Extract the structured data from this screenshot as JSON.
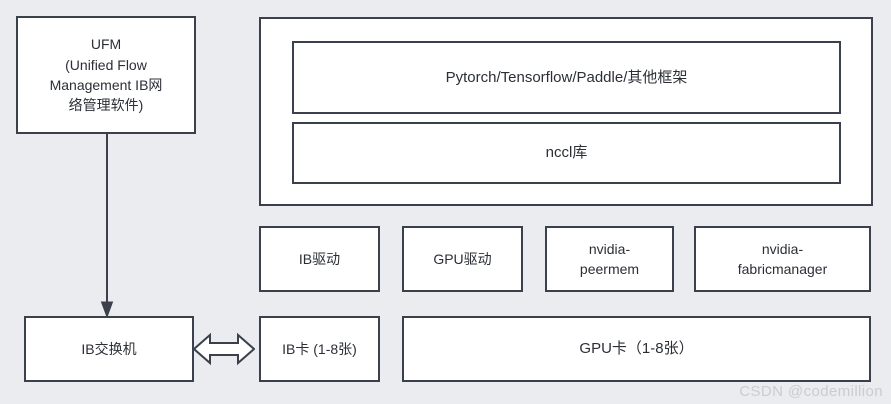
{
  "diagram": {
    "background_color": "#eaecef",
    "border_color": "#3a414c",
    "box_fill": "#ffffff",
    "text_color": "#2b2f36",
    "management": {
      "ufm_label": "UFM\n(Unified Flow Management IB网络管理软件)",
      "ufm_line_1": "UFM",
      "ufm_line_2": "(Unified Flow",
      "ufm_line_3": "Management IB网",
      "ufm_line_4": "络管理软件)"
    },
    "software_stack": {
      "framework_label": "Pytorch/Tensorflow/Paddle/其他框架",
      "nccl_label": "nccl库"
    },
    "drivers": [
      {
        "label": "IB驱动"
      },
      {
        "label": "GPU驱动"
      },
      {
        "label_line_1": "nvidia-",
        "label_line_2": "peermem"
      },
      {
        "label_line_1": "nvidia-",
        "label_line_2": "fabricmanager"
      }
    ],
    "hardware": {
      "ib_switch_label": "IB交换机",
      "ib_card_label": "IB卡 (1-8张)",
      "gpu_card_label": "GPU卡（1-8张）"
    },
    "connectors": {
      "ufm_to_switch": "downward-arrow",
      "switch_to_ib_card": "bidirectional-arrow"
    },
    "watermark": "CSDN @codemillion"
  }
}
